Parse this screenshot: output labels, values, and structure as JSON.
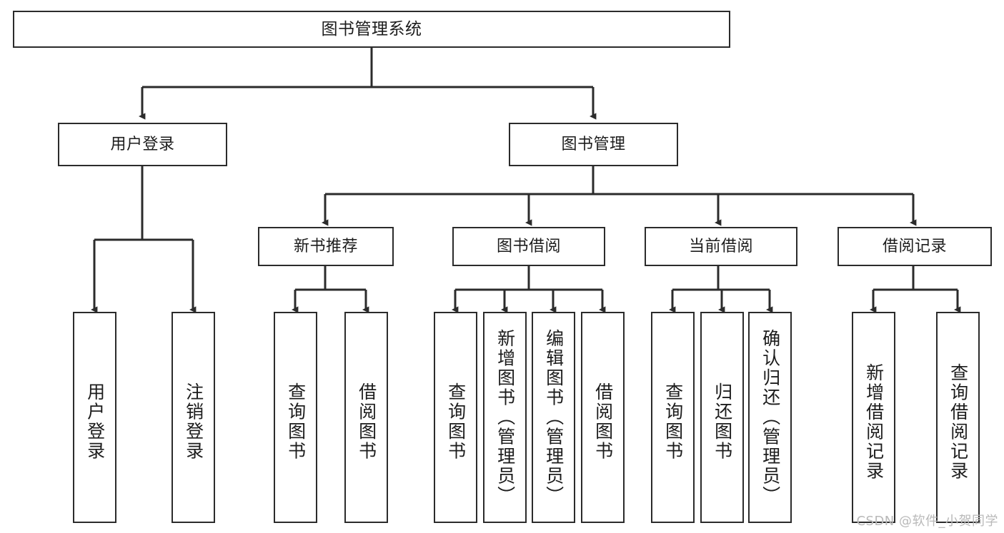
{
  "diagram": {
    "title": "图书管理系统",
    "watermark": "CSDN @软件_小贺同学",
    "type": "tree",
    "line_color": "#2b2b2b",
    "box_fill": "#ffffff",
    "text_color": "#1c1c1c",
    "watermark_color": "#b9b9b9",
    "root": {
      "id": "root",
      "label": "图书管理系统"
    },
    "branches": [
      {
        "id": "user-login",
        "label": "用户登录"
      },
      {
        "id": "book-manage",
        "label": "图书管理"
      }
    ],
    "subbranches": [
      {
        "id": "new-book-rec",
        "label": "新书推荐",
        "parent": "book-manage"
      },
      {
        "id": "book-borrow",
        "label": "图书借阅",
        "parent": "book-manage"
      },
      {
        "id": "current-borrow",
        "label": "当前借阅",
        "parent": "book-manage"
      },
      {
        "id": "borrow-record",
        "label": "借阅记录",
        "parent": "book-manage"
      }
    ],
    "leaves": [
      {
        "id": "leaf-user-login",
        "label": "用户登录",
        "parent": "user-login"
      },
      {
        "id": "leaf-user-logout",
        "label": "注销登录",
        "parent": "user-login"
      },
      {
        "id": "leaf-rec-query-book",
        "label": "查询图书",
        "parent": "new-book-rec"
      },
      {
        "id": "leaf-rec-borrow-book",
        "label": "借阅图书",
        "parent": "new-book-rec"
      },
      {
        "id": "leaf-bb-query-book",
        "label": "查询图书",
        "parent": "book-borrow"
      },
      {
        "id": "leaf-bb-add-book",
        "label": "新增图书（管理员）",
        "parent": "book-borrow"
      },
      {
        "id": "leaf-bb-edit-book",
        "label": "编辑图书（管理员）",
        "parent": "book-borrow"
      },
      {
        "id": "leaf-bb-borrow-book",
        "label": "借阅图书",
        "parent": "book-borrow"
      },
      {
        "id": "leaf-cb-query-book",
        "label": "查询图书",
        "parent": "current-borrow"
      },
      {
        "id": "leaf-cb-return-book",
        "label": "归还图书",
        "parent": "current-borrow"
      },
      {
        "id": "leaf-cb-confirm-return",
        "label": "确认归还（管理员）",
        "parent": "current-borrow"
      },
      {
        "id": "leaf-br-add-record",
        "label": "新增借阅记录",
        "parent": "borrow-record"
      },
      {
        "id": "leaf-br-query-record",
        "label": "查询借阅记录",
        "parent": "borrow-record"
      }
    ]
  }
}
